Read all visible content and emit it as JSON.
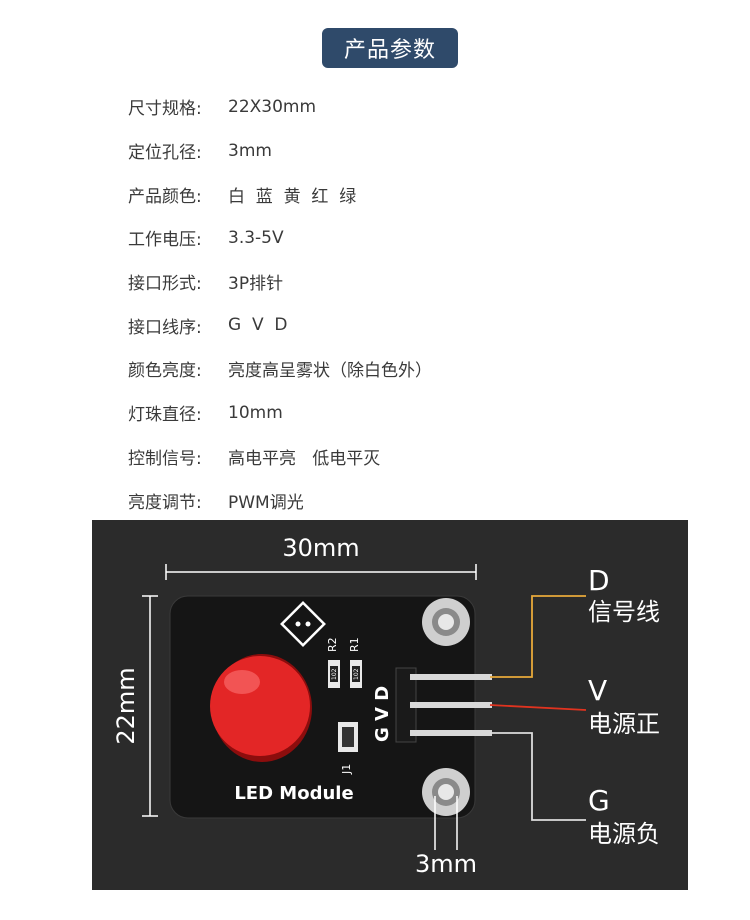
{
  "header": {
    "title": "产品参数"
  },
  "specs": [
    {
      "label": "尺寸规格:",
      "value": "22X30mm"
    },
    {
      "label": "定位孔径:",
      "value": "3mm"
    },
    {
      "label": "产品颜色:",
      "value": "白  蓝  黄  红  绿"
    },
    {
      "label": "工作电压:",
      "value": "3.3-5V"
    },
    {
      "label": "接口形式:",
      "value": "3P排针"
    },
    {
      "label": "接口线序:",
      "value": "G  V  D"
    },
    {
      "label": "颜色亮度:",
      "value": "亮度高呈雾状（除白色外）"
    },
    {
      "label": "灯珠直径:",
      "value": "10mm"
    },
    {
      "label": "控制信号:",
      "value": "高电平亮   低电平灭"
    },
    {
      "label": "亮度调节:",
      "value": "PWM调光"
    }
  ],
  "diagram": {
    "width_label": "30mm",
    "height_label": "22mm",
    "hole_label": "3mm",
    "pins": [
      {
        "letter": "D",
        "desc": "信号线"
      },
      {
        "letter": "V",
        "desc": "电源正"
      },
      {
        "letter": "G",
        "desc": "电源负"
      }
    ],
    "board": {
      "module_text": "LED Module",
      "silk_pins": "G  V  D",
      "r1": "R1",
      "r2": "R2",
      "j1": "J1",
      "resistor_code": "102"
    },
    "colors": {
      "signal_wire": "#e8a93a",
      "power_wire": "#e0331f",
      "ground_wire": "#dddddd",
      "led": "#e32626"
    }
  }
}
